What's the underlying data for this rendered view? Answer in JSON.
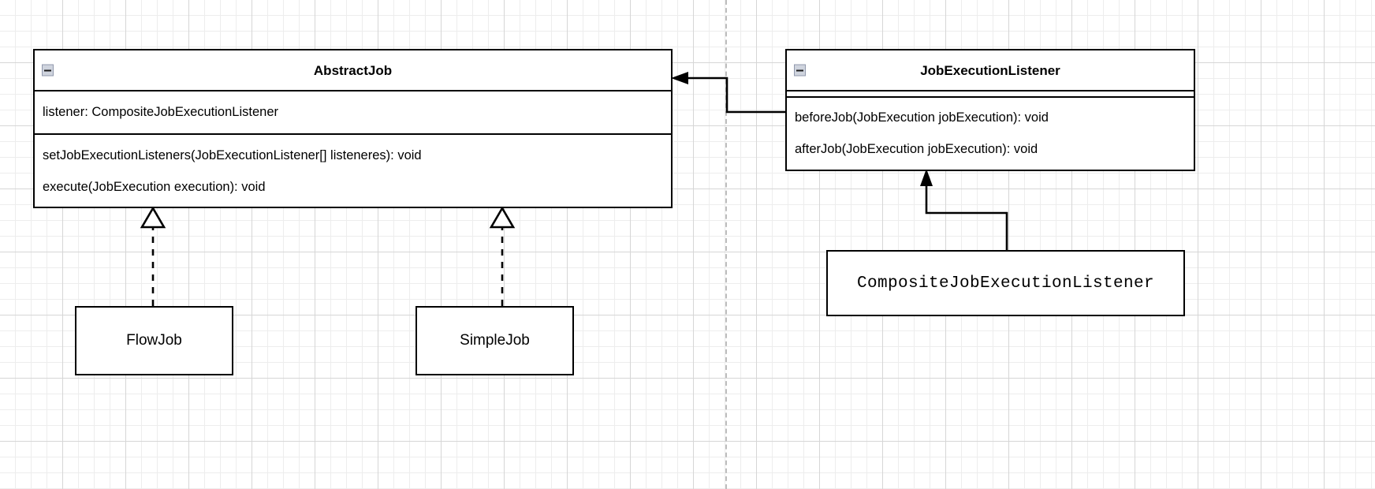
{
  "diagram": {
    "type": "uml-class-diagram",
    "background": "#ffffff",
    "grid_minor_color": "#ededed",
    "grid_major_color": "#d6d6d6",
    "line_color": "#000000",
    "page_break_color": "#bdbdbd"
  },
  "classes": {
    "abstract_job": {
      "name": "AbstractJob",
      "collapse_icon": "minus-collapse-icon",
      "attributes": [
        "listener: CompositeJobExecutionListener"
      ],
      "operations": [
        "setJobExecutionListeners(JobExecutionListener[] listeneres): void",
        "execute(JobExecution execution): void"
      ]
    },
    "job_execution_listener": {
      "name": "JobExecutionListener",
      "collapse_icon": "minus-collapse-icon",
      "attributes": [],
      "operations": [
        "beforeJob(JobExecution jobExecution): void",
        "afterJob(JobExecution jobExecution): void"
      ]
    },
    "composite_job_execution_listener": {
      "name": "CompositeJobExecutionListener"
    },
    "flow_job": {
      "name": "FlowJob"
    },
    "simple_job": {
      "name": "SimpleJob"
    }
  },
  "relationships": [
    {
      "id": "abstractjob-uses-listener",
      "kind": "association",
      "arrow": "filled-arrowhead",
      "from": "JobExecutionListener",
      "to": "AbstractJob"
    },
    {
      "id": "composite-implements-listener",
      "kind": "association",
      "arrow": "filled-arrowhead",
      "from": "CompositeJobExecutionListener",
      "to": "JobExecutionListener"
    },
    {
      "id": "flowjob-realizes-abstractjob",
      "kind": "realization",
      "arrow": "hollow-triangle",
      "line": "dashed",
      "from": "FlowJob",
      "to": "AbstractJob"
    },
    {
      "id": "simplejob-realizes-abstractjob",
      "kind": "realization",
      "arrow": "hollow-triangle",
      "line": "dashed",
      "from": "SimpleJob",
      "to": "AbstractJob"
    }
  ]
}
